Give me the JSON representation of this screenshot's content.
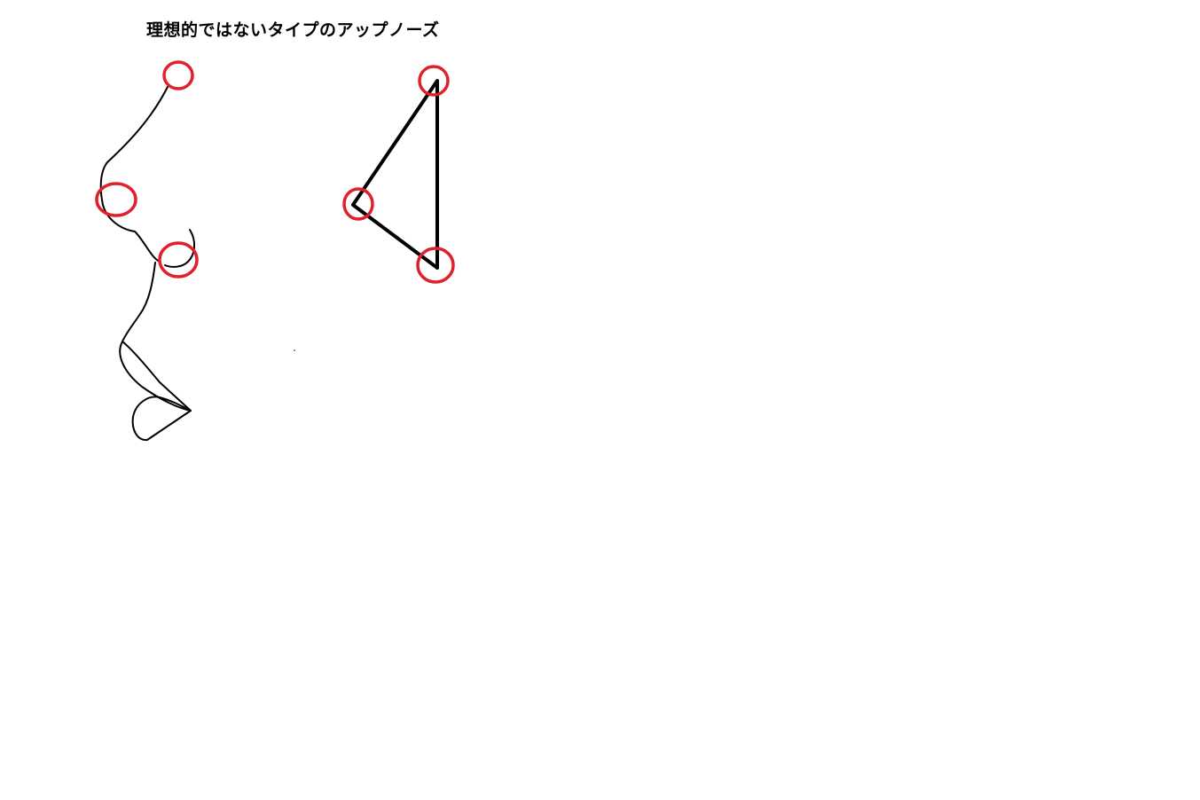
{
  "title": "理想的ではないタイプのアップノーズ",
  "colors": {
    "background": "#ffffff",
    "stroke": "#000000",
    "marker": "#e0202a"
  },
  "figures": {
    "left_sketch": "nose-profile-line-sketch",
    "right_sketch": "nose-triangle-simplification"
  }
}
